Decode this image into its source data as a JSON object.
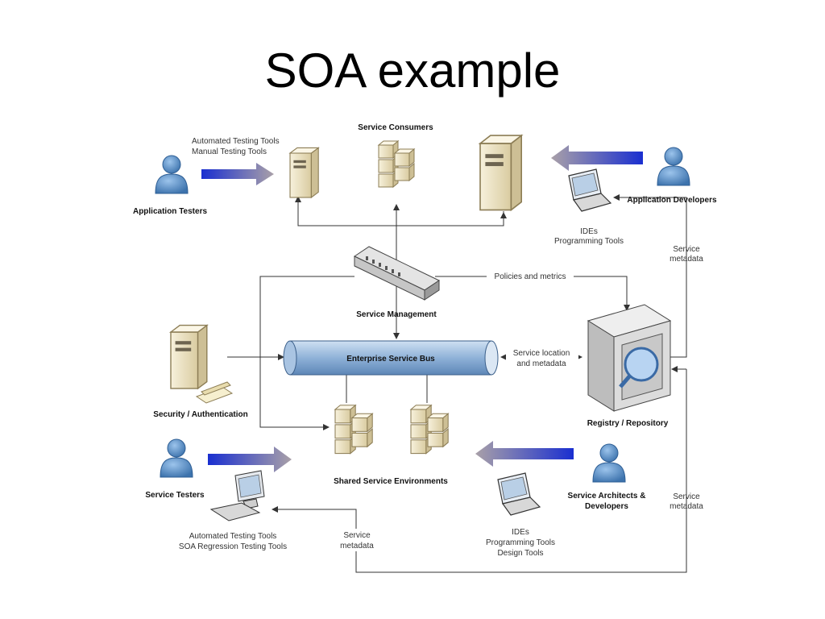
{
  "title": "SOA example",
  "nodes": {
    "service_consumers": "Service Consumers",
    "application_testers": "Application Testers",
    "application_developers": "Application Developers",
    "service_management": "Service Management",
    "enterprise_service_bus": "Enterprise Service Bus",
    "security_authentication": "Security / Authentication",
    "registry_repository": "Registry / Repository",
    "shared_service_environments": "Shared Service Environments",
    "service_testers": "Service Testers",
    "service_architects_line1": "Service Architects &",
    "service_architects_line2": "Developers"
  },
  "labels": {
    "testing_tools_line1": "Automated Testing Tools",
    "testing_tools_line2": "Manual Testing Tools",
    "ides_top_line1": "IDEs",
    "ides_top_line2": "Programming Tools",
    "service_metadata_right_line1": "Service",
    "service_metadata_right_line2": "metadata",
    "policies_and_metrics": "Policies and metrics",
    "service_location_line1": "Service location",
    "service_location_line2": "and metadata",
    "service_metadata_bottom_right_line1": "Service",
    "service_metadata_bottom_right_line2": "metadata",
    "service_metadata_bottom_line1": "Service",
    "service_metadata_bottom_line2": "metadata",
    "regression_tools_line1": "Automated Testing Tools",
    "regression_tools_line2": "SOA Regression Testing Tools",
    "ides_bottom_line1": "IDEs",
    "ides_bottom_line2": "Programming Tools",
    "ides_bottom_line3": "Design Tools"
  },
  "colors": {
    "person": "#5b93c9",
    "bus": "#7aa3cf",
    "server": "#efe6c8",
    "line": "#333333"
  }
}
